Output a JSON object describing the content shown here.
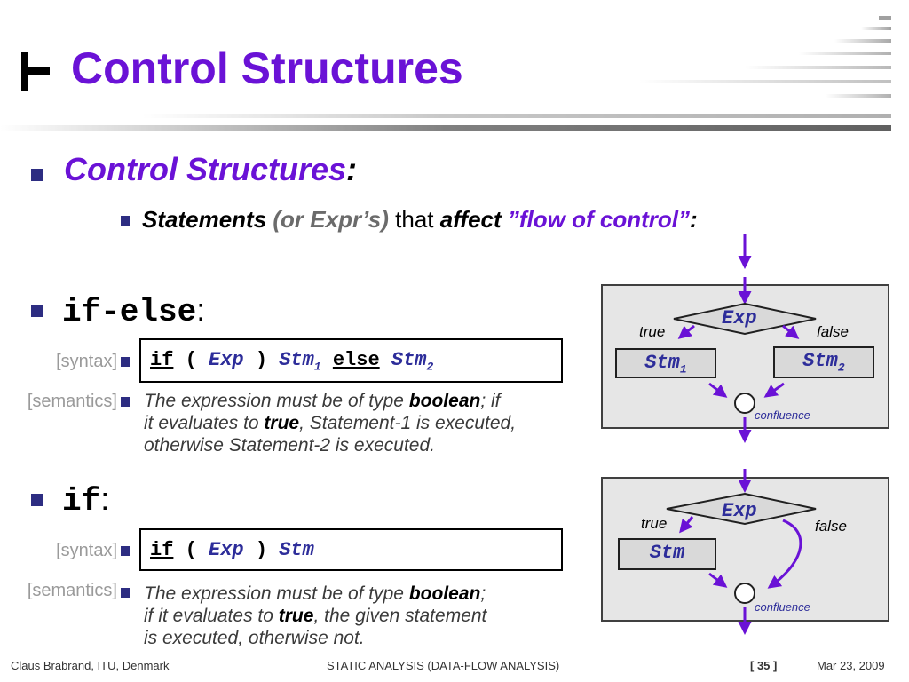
{
  "header": {
    "title_glyph": "⊢",
    "title": "Control Structures"
  },
  "bullet_main": {
    "title": "Control Structures",
    "colon": ":"
  },
  "sub_bullet": {
    "w1": "Statements",
    "w2": "(or Expr’s)",
    "w3": "that",
    "w4": "affect",
    "w5": "”flow of control”",
    "w6": ":"
  },
  "ifelse": {
    "title": "if-else",
    "colon": ":",
    "syntax_label": "[syntax]",
    "semantics_label": "[semantics]",
    "syntax": {
      "kw_if": "if",
      "lparen": "(",
      "exp": "Exp",
      "rparen": ")",
      "stm1": "Stm",
      "sub1": "1",
      "kw_else": "else",
      "stm2": "Stm",
      "sub2": "2"
    },
    "semantics": {
      "p1": "The expression must be of type ",
      "b1": "boolean",
      "p2": "; if",
      "p3": "it evaluates to ",
      "b2": "true",
      "p4": ", Statement-1 is executed,",
      "p5": "otherwise Statement-2 is executed."
    },
    "diagram": {
      "exp": "Exp",
      "true_label": "true",
      "false_label": "false",
      "stm1": "Stm",
      "sub1": "1",
      "stm2": "Stm",
      "sub2": "2",
      "confluence": "confluence"
    }
  },
  "ifonly": {
    "title": "if",
    "colon": ":",
    "syntax_label": "[syntax]",
    "semantics_label": "[semantics]",
    "syntax": {
      "kw_if": "if",
      "lparen": "(",
      "exp": "Exp",
      "rparen": ")",
      "stm": "Stm"
    },
    "semantics": {
      "p1": "The expression must be of type ",
      "b1": "boolean",
      "p2": ";",
      "p3": "if it evaluates to ",
      "b2": "true",
      "p4": ", the given statement",
      "p5": "is executed, otherwise not."
    },
    "diagram": {
      "exp": "Exp",
      "true_label": "true",
      "false_label": "false",
      "stm": "Stm",
      "confluence": "confluence"
    }
  },
  "footer": {
    "author": "Claus Brabrand, ITU, Denmark",
    "course": "STATIC ANALYSIS (DATA-FLOW ANALYSIS)",
    "page": "[ 35 ]",
    "date": "Mar 23, 2009"
  },
  "colors": {
    "accent": "#6a12d6",
    "bullet": "#2d2d82",
    "nonterminal": "#2d2d9a",
    "panel": "#e6e6e6"
  }
}
